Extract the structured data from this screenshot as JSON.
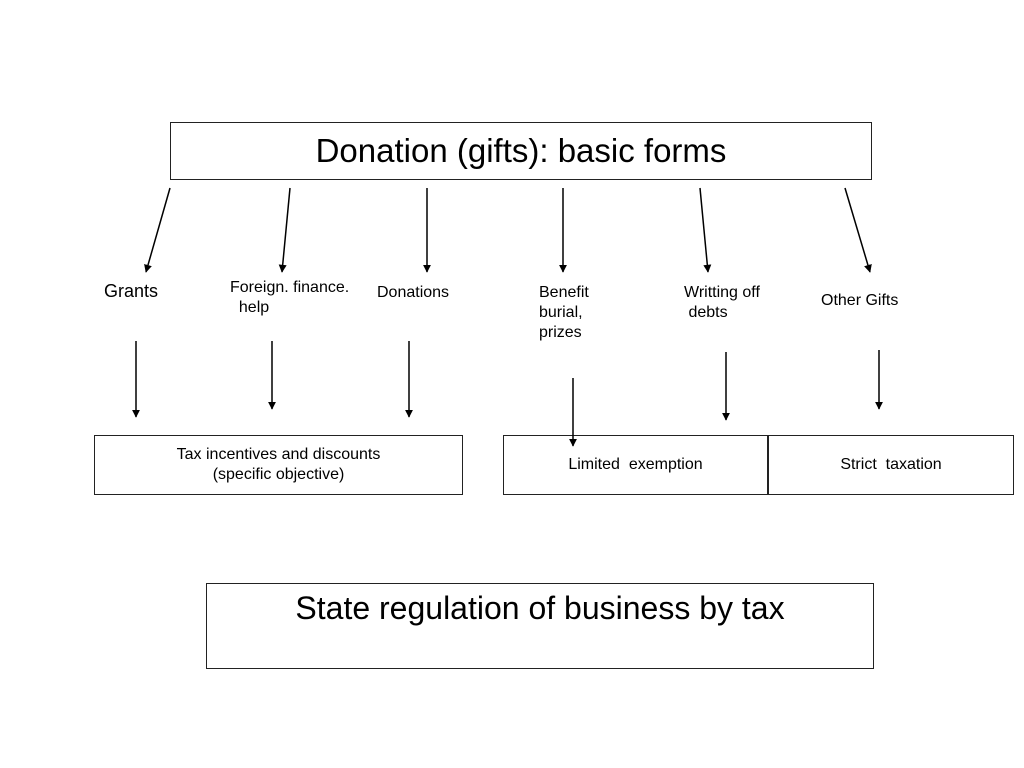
{
  "title": "Donation (gifts): basic forms",
  "forms": [
    {
      "key": "grants",
      "label": "Grants"
    },
    {
      "key": "foreign",
      "label": "Foreign. finance.\n  help"
    },
    {
      "key": "donations",
      "label": "Donations"
    },
    {
      "key": "benefit",
      "label": "Benefit\nburial,\nprizes"
    },
    {
      "key": "writing",
      "label": "Writting off\n debts"
    },
    {
      "key": "other",
      "label": "Other Gifts"
    }
  ],
  "categories": {
    "tax": "Tax incentives and discounts\n(specific objective)",
    "limited": "Limited  exemption",
    "strict": "Strict  taxation"
  },
  "footer": "State regulation of business by tax"
}
